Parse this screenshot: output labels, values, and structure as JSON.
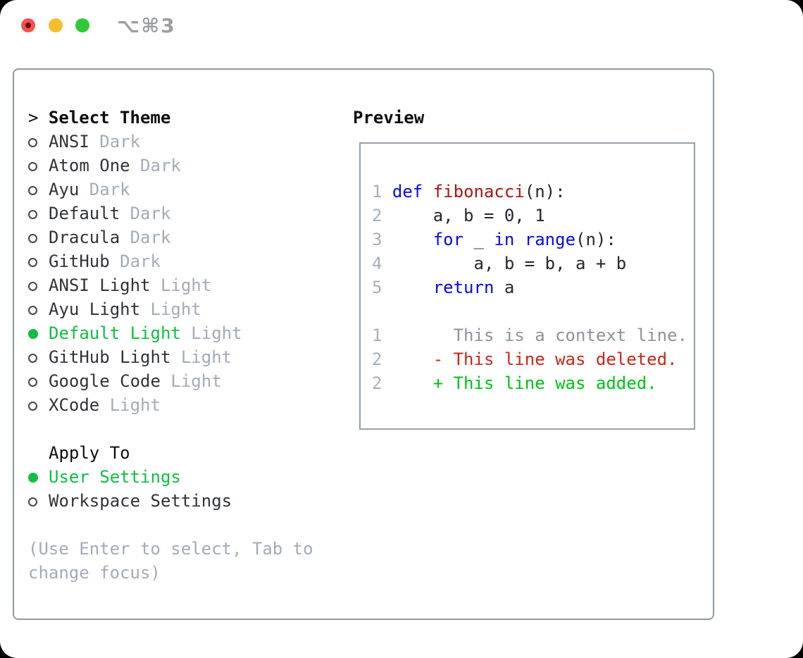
{
  "window": {
    "title_shortcut": "⌥⌘3"
  },
  "colors": {
    "text": "#2f3338",
    "header": "#0b0d10",
    "muted": "#a3abb8",
    "green": "#0fbe41",
    "bullet": "#41464d",
    "lnum": "#a5aebc",
    "kw": "#0808e8",
    "fn": "#a51616",
    "plain": "#24272d",
    "ctx": "#8c939b",
    "del": "#cb2617",
    "add": "#00c118",
    "borderOuter": "#8e98a4",
    "borderPreview": "#97a0aa",
    "titleGray": "#9c9ea1",
    "trafficRed": "#f2544d",
    "trafficRedDot": "#6d0b05",
    "trafficYellow": "#f6bd2f",
    "trafficGreen": "#31c837"
  },
  "theme_panel": {
    "prompt": ">",
    "title": "Select Theme",
    "items": [
      {
        "label": "ANSI",
        "variant": "Dark",
        "selected": false
      },
      {
        "label": "Atom One",
        "variant": "Dark",
        "selected": false
      },
      {
        "label": "Ayu",
        "variant": "Dark",
        "selected": false
      },
      {
        "label": "Default",
        "variant": "Dark",
        "selected": false
      },
      {
        "label": "Dracula",
        "variant": "Dark",
        "selected": false
      },
      {
        "label": "GitHub",
        "variant": "Dark",
        "selected": false
      },
      {
        "label": "ANSI Light",
        "variant": "Light",
        "selected": false
      },
      {
        "label": "Ayu Light",
        "variant": "Light",
        "selected": false
      },
      {
        "label": "Default Light",
        "variant": "Light",
        "selected": true
      },
      {
        "label": "GitHub Light",
        "variant": "Light",
        "selected": false
      },
      {
        "label": "Google Code",
        "variant": "Light",
        "selected": false
      },
      {
        "label": "XCode",
        "variant": "Light",
        "selected": false
      }
    ],
    "apply_to": {
      "title": "Apply To",
      "options": [
        {
          "label": "User Settings",
          "selected": true
        },
        {
          "label": "Workspace Settings",
          "selected": false
        }
      ]
    },
    "hint": "(Use Enter to select, Tab to change focus)"
  },
  "preview": {
    "title": "Preview",
    "lines": [
      {
        "num": "1",
        "tokens": [
          {
            "text": "def",
            "color": "kw"
          },
          {
            "text": " ",
            "color": "plain"
          },
          {
            "text": "fibonacci",
            "color": "fn"
          },
          {
            "text": "(n):",
            "color": "plain"
          }
        ]
      },
      {
        "num": "2",
        "tokens": [
          {
            "text": "    a, b = 0, 1",
            "color": "plain"
          }
        ]
      },
      {
        "num": "3",
        "tokens": [
          {
            "text": "    ",
            "color": "plain"
          },
          {
            "text": "for",
            "color": "kw"
          },
          {
            "text": " _ ",
            "color": "plain"
          },
          {
            "text": "in",
            "color": "kw"
          },
          {
            "text": " ",
            "color": "plain"
          },
          {
            "text": "range",
            "color": "kw"
          },
          {
            "text": "(n):",
            "color": "plain"
          }
        ]
      },
      {
        "num": "4",
        "tokens": [
          {
            "text": "        a, b = b, a + b",
            "color": "plain"
          }
        ]
      },
      {
        "num": "5",
        "tokens": [
          {
            "text": "    ",
            "color": "plain"
          },
          {
            "text": "return",
            "color": "kw"
          },
          {
            "text": " a",
            "color": "plain"
          }
        ]
      },
      {
        "num": "",
        "tokens": []
      },
      {
        "num": "1",
        "tokens": [
          {
            "text": "      This is a context line.",
            "color": "ctx"
          }
        ]
      },
      {
        "num": "2",
        "tokens": [
          {
            "text": "    - This line was deleted.",
            "color": "del"
          }
        ]
      },
      {
        "num": "2",
        "tokens": [
          {
            "text": "    + This line was added.",
            "color": "add"
          }
        ]
      }
    ]
  }
}
